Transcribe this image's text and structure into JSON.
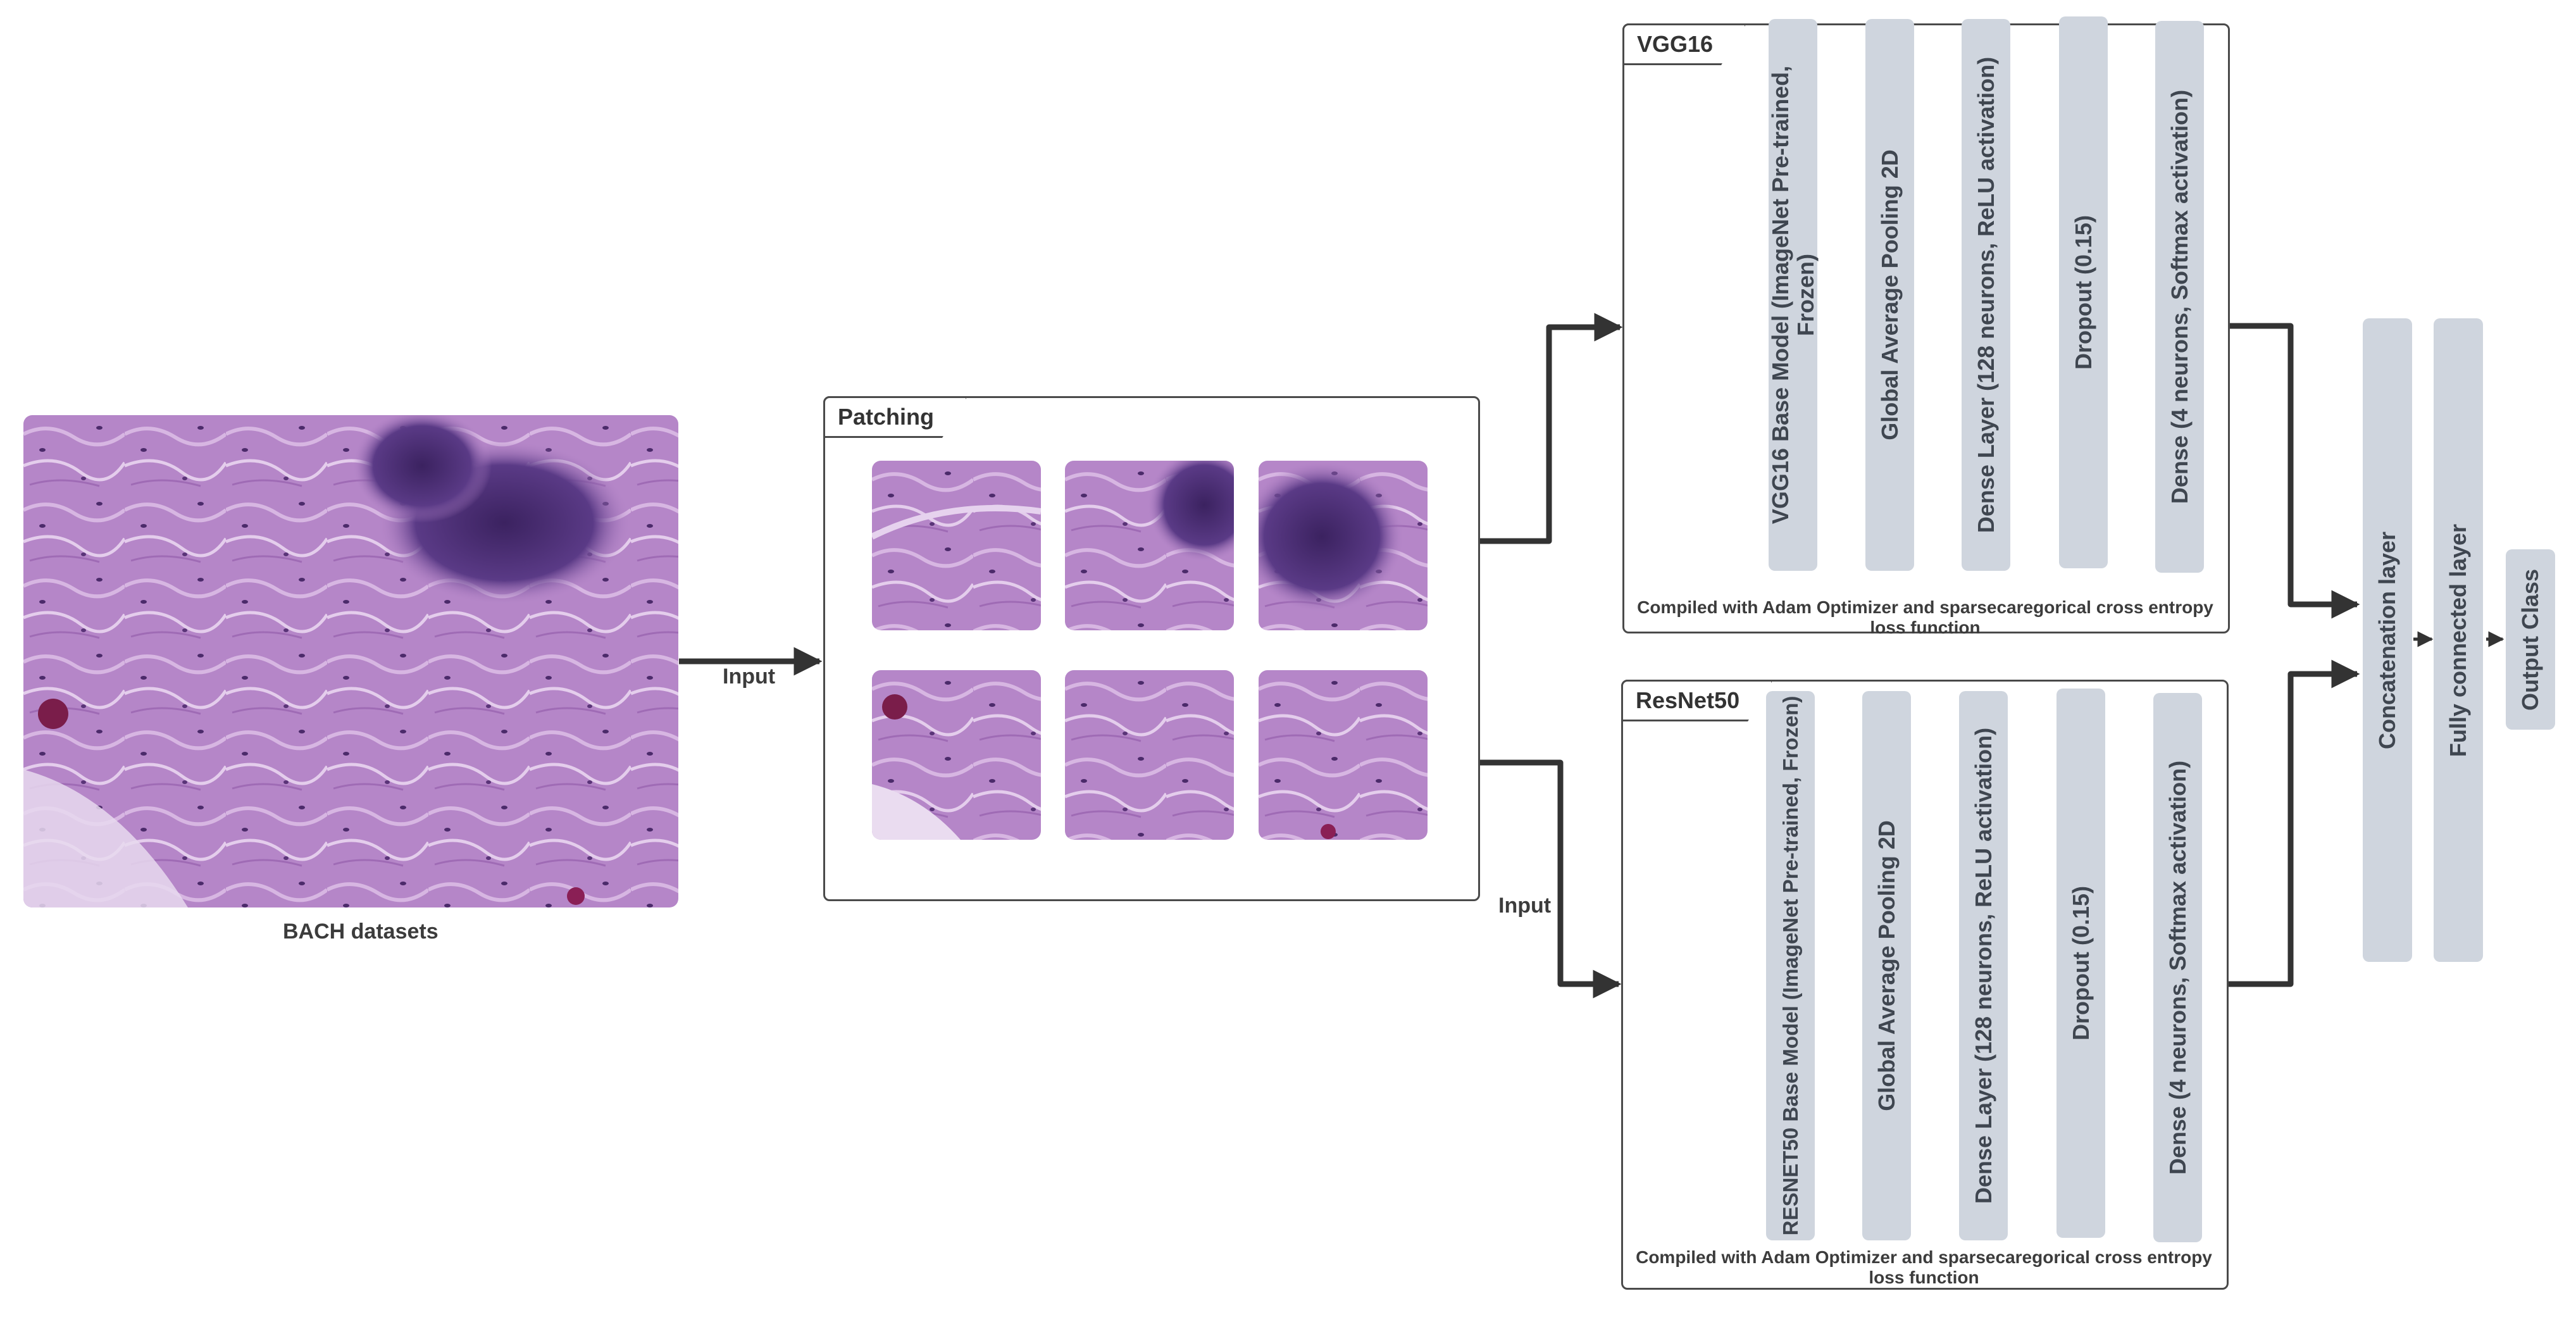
{
  "dataset": {
    "caption": "BACH datasets"
  },
  "patching": {
    "title": "Patching"
  },
  "edges": {
    "input_top": "Input",
    "input_bottom": "Input"
  },
  "vgg16": {
    "title": "VGG16",
    "layers": [
      "VGG16 Base Model (ImageNet Pre-trained, Frozen)",
      "Global Average Pooling 2D",
      "Dense Layer (128 neurons, ReLU activation)",
      "Dropout (0.15)",
      "Dense (4 neurons, Softmax activation)"
    ],
    "note": "Compiled with Adam Optimizer and sparsecaregorical cross entropy loss function"
  },
  "resnet50": {
    "title": "ResNet50",
    "layers": [
      "RESNET50  Base Model (ImageNet Pre-trained, Frozen)",
      "Global Average Pooling 2D",
      "Dense Layer (128 neurons, ReLU activation)",
      "Dropout (0.15)",
      "Dense (4 neurons, Softmax activation)"
    ],
    "note": "Compiled with Adam Optimizer and sparsecaregorical cross entropy loss function"
  },
  "head": {
    "concat": "Concatenation layer",
    "fc": "Fully connected layer",
    "output": "Output Class"
  },
  "colors": {
    "layer_fill": "#cfd5de",
    "stroke": "#333333",
    "tissue": "#b07fc4"
  }
}
